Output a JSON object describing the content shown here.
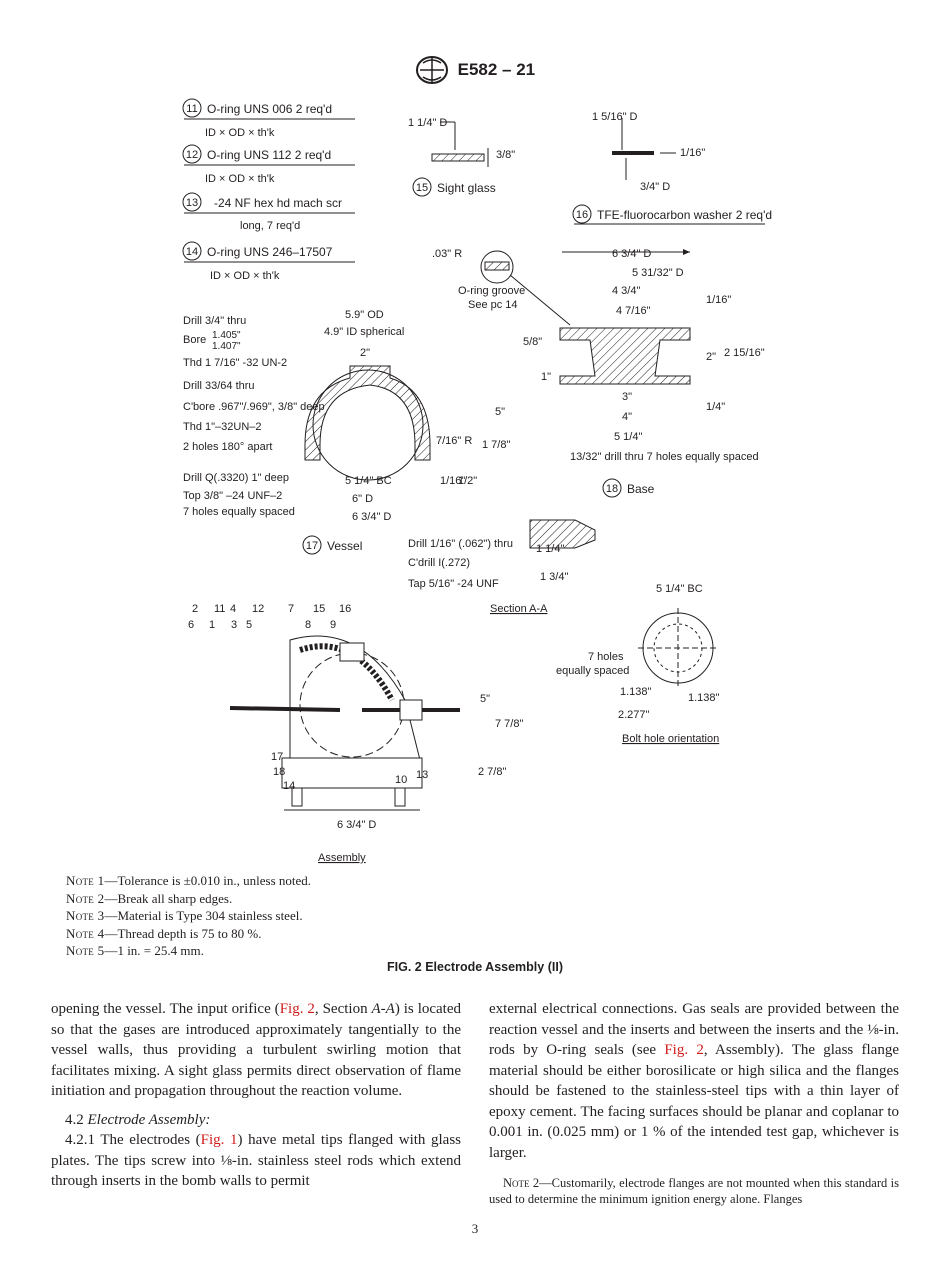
{
  "header": {
    "designation": "E582 – 21"
  },
  "parts": {
    "p11_num": "11",
    "p11_title": "O-ring UNS 006 2 req'd",
    "p11_dims": "ID × OD × th'k",
    "p12_num": "12",
    "p12_title": "O-ring UNS 112 2 req'd",
    "p12_dims": "ID × OD × th'k",
    "p13_num": "13",
    "p13_title": "-24 NF hex hd mach scr",
    "p13_dims": "long, 7 req'd",
    "p14_num": "14",
    "p14_title": "O-ring UNS 246–17507",
    "p14_dims": "ID × OD × th'k",
    "p15_num": "15",
    "p15_title": "Sight glass",
    "p16_num": "16",
    "p16_title": "TFE-fluorocarbon washer 2 req'd",
    "p17_num": "17",
    "p17_title": "Vessel",
    "p18_num": "18",
    "p18_title": "Base"
  },
  "labels": {
    "oring_groove": "O-ring groove",
    "see_pc": "See pc 14",
    "r03": ".03\" R",
    "drill_thru": "Drill 3/4\" thru",
    "bore": "Bore",
    "bore_a": "1.405\"",
    "bore_b": "1.407\"",
    "thd1": "Thd 1 7/16\" -32 UN-2",
    "drill2": "Drill 33/64 thru",
    "cbore": "C'bore .967\"/.969\", 3/8\" deep",
    "thd2": "Thd 1\"–32UN–2",
    "holes180": "2 holes 180° apart",
    "drillq": "Drill Q(.3320) 1\" deep",
    "top38": "Top 3/8\" –24 UNF–2",
    "holes7": "7 holes equally spaced",
    "od59": "5.9\" OD",
    "id49": "4.9\" ID spherical",
    "d2": "2\"",
    "d5": "5\"",
    "r716": "7/16\" R",
    "d178": "1 7/8\"",
    "bc514": "5 1/4\" BC",
    "d6": "6\" D",
    "d634": "6 3/4\" D",
    "d116": "1/16\"",
    "d12": "1/2\"",
    "drill116": "Drill 1/16\" (.062\") thru",
    "cdrill": "C'drill I(.272)",
    "tap516": "Tap 5/16\" -24 UNF",
    "d114": "1 1/4\"",
    "d134": "1 3/4\"",
    "sectionaa": "Section A-A",
    "base_634": "6 3/4\" D",
    "base_531": "5 31/32\" D",
    "base_434": "4 3/4\"",
    "base_4716": "4 7/16\"",
    "base_2": "2\"",
    "base_215": "2 15/16\"",
    "base_58": "5/8\"",
    "base_1": "1\"",
    "base_3": "3\"",
    "base_4": "4\"",
    "base_514": "5 1/4\"",
    "base_14": "1/4\"",
    "base_116": "1/16\"",
    "base_drill": "13/32\" drill thru 7 holes equally spaced",
    "bc_label": "5 1/4\" BC",
    "seven_holes": "7 holes",
    "equally": "equally spaced",
    "b1138a": "1.138\"",
    "b1138b": "1.138\"",
    "b2277": "2.277\"",
    "bolt_orient": "Bolt hole orientation",
    "assembly": "Assembly",
    "a5": "5\"",
    "a778": "7 7/8\"",
    "a278": "2 7/8\"",
    "a634": "6 3/4\" D",
    "sg_114d": "1 1/4\" D",
    "sg_38": "3/8\"",
    "w_1516d": "1 5/16\" D",
    "w_116": "1/16\"",
    "w_34d": "3/4\" D"
  },
  "callouts": [
    "2",
    "11",
    "4",
    "12",
    "7",
    "15",
    "16",
    "6",
    "1",
    "3",
    "5",
    "8",
    "9",
    "17",
    "18",
    "14",
    "10",
    "13"
  ],
  "notes": [
    {
      "label": "Note 1",
      "text": "—Tolerance is ±0.010 in., unless noted."
    },
    {
      "label": "Note 2",
      "text": "—Break all sharp edges."
    },
    {
      "label": "Note 3",
      "text": "—Material is Type 304 stainless steel."
    },
    {
      "label": "Note 4",
      "text": "—Thread depth is 75 to 80 %."
    },
    {
      "label": "Note 5",
      "text": "—1 in. = 25.4 mm."
    }
  ],
  "caption": "FIG. 2 Electrode Assembly (II)",
  "body": {
    "left_p1a": "opening the vessel. The input orifice (",
    "left_p1_link": "Fig. 2",
    "left_p1b": ", Section ",
    "left_p1_it": "A-A",
    "left_p1c": ") is located so that the gases are introduced approximately tangentially to the vessel walls, thus providing a turbulent swirling motion that facilitates mixing. A sight glass permits direct observation of flame initiation and propagation throughout the reaction volume.",
    "sec42_num": "4.2 ",
    "sec42_title": "Electrode Assembly:",
    "p421a": "4.2.1 The electrodes (",
    "p421_link": "Fig. 1",
    "p421b": ") have metal tips flanged with glass plates. The tips screw into ⅛-in. stainless steel rods which extend through inserts in the bomb walls to permit",
    "right_p1a": "external electrical connections. Gas seals are provided between the reaction vessel and the inserts and between the inserts and the ⅛-in. rods by O-ring seals (see ",
    "right_p1_link": "Fig. 2",
    "right_p1b": ", Assembly). The glass flange material should be either borosilicate or high silica and the flanges should be fastened to the stainless-steel tips with a thin layer of epoxy cement. The facing surfaces should be planar and coplanar to 0.001 in. (0.025 mm) or 1 % of the intended test gap, whichever is larger.",
    "note2_label": "Note 2",
    "note2_text": "—Customarily, electrode flanges are not mounted when this standard is used to determine the minimum ignition energy alone. Flanges"
  },
  "page_number": "3"
}
